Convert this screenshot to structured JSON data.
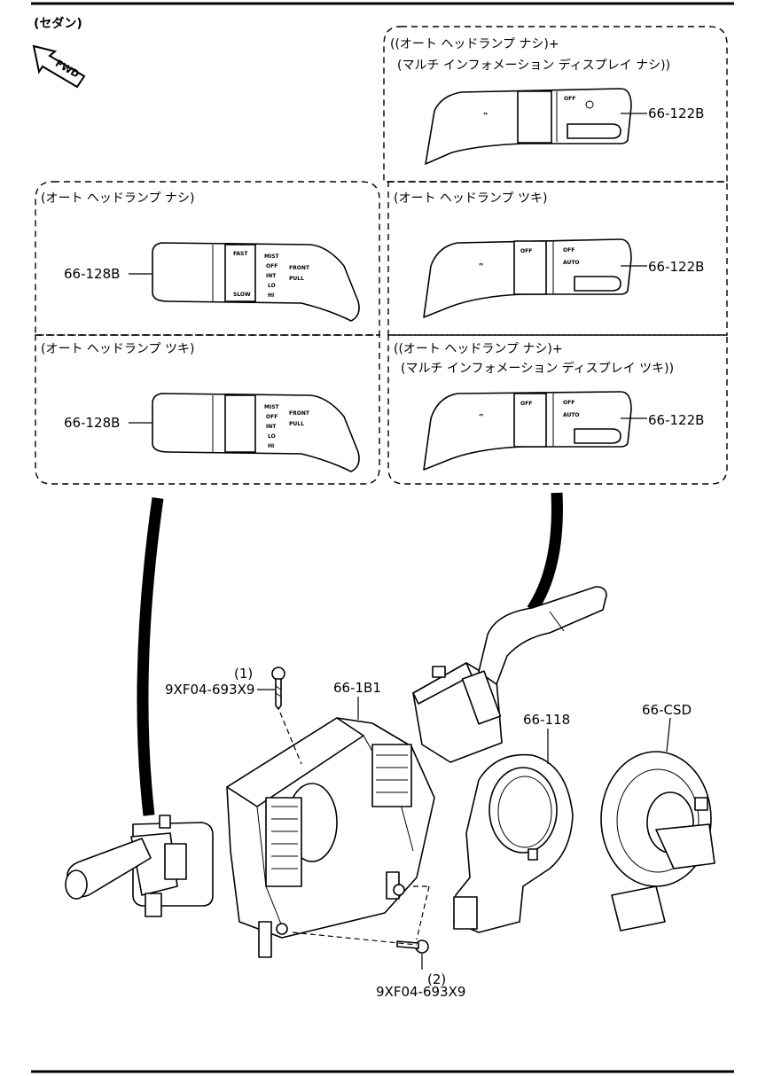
{
  "header": {
    "variant": "(セダン)",
    "fwd_badge": "FWD"
  },
  "boxes": {
    "top_right": {
      "title_line1": "((オート ヘッドランプ ナシ)+",
      "title_line2": "(マルチ インフォメーション ディスプレイ ナシ))",
      "part": "66-122B"
    },
    "mid_left": {
      "title": "(オート ヘッドランプ ナシ)",
      "part": "66-128B"
    },
    "mid_right": {
      "title": "(オート ヘッドランプ ツキ)",
      "part": "66-122B"
    },
    "bottom_left": {
      "title": "(オート ヘッドランプ ツキ)",
      "part": "66-128B"
    },
    "bottom_right": {
      "title_line1": "((オート ヘッドランプ ナシ)+",
      "title_line2": "(マルチ インフォメーション ディスプレイ ツキ))",
      "part": "66-122B"
    }
  },
  "switch_text": {
    "off": "OFF",
    "auto": "AUTO",
    "fast": "FAST",
    "slow": "SLOW",
    "mist": "MIST",
    "int": "INT",
    "lo": "LO",
    "hi": "HI",
    "front": "FRONT",
    "pull": "PULL"
  },
  "callouts": {
    "screw_top_num": "(1)",
    "screw_top": "9XF04-693X9",
    "bracket": "66-1B1",
    "clock_spring": "66-118",
    "csd": "66-CSD",
    "screw_bottom_num": "(2)",
    "screw_bottom": "9XF04-693X9"
  }
}
